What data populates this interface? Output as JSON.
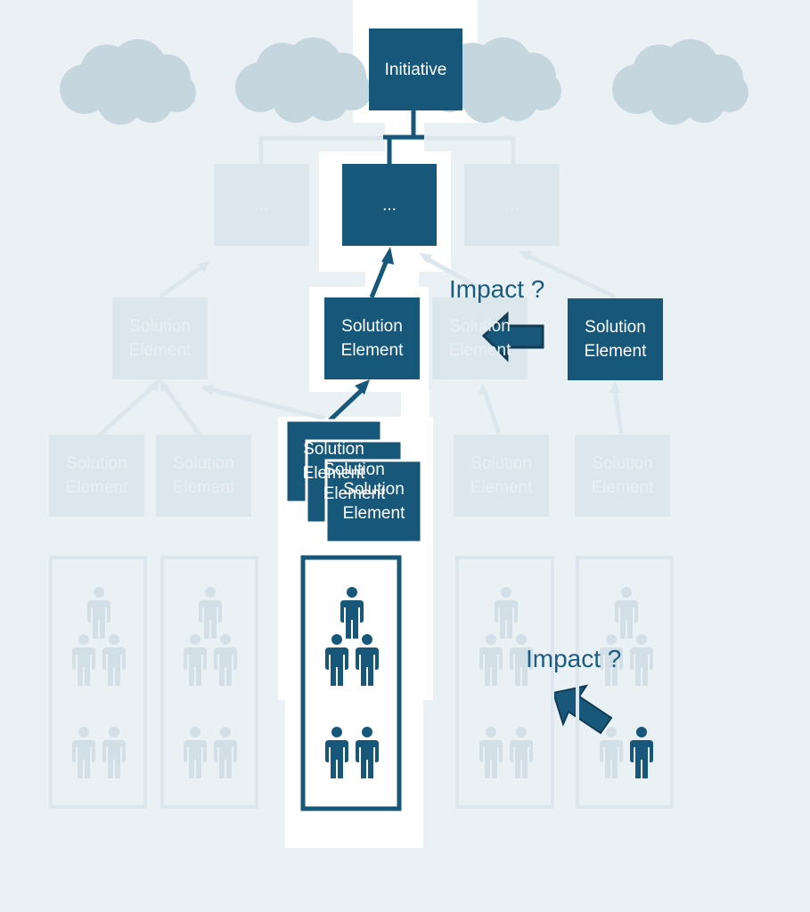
{
  "labels": {
    "initiative": "Initiative",
    "ellipsis": "...",
    "solution_element": "Solution Element",
    "impact": "Impact ?"
  },
  "colors": {
    "page_background": "#eaf1f5",
    "highlight_background": "#ffffff",
    "box_fill": "#16577a",
    "faded_box_fill": "#dbe6ed",
    "faded_connector": "#dbe6ed",
    "cloud": "#c6d6df",
    "person_active": "#16577a",
    "person_faded": "#d3dfe6",
    "impact_text": "#1a5d80"
  },
  "icons": [
    "cloud-icon",
    "person-icon",
    "left-arrow-icon",
    "diagonal-arrow-icon"
  ],
  "people_groups": [
    {
      "highlighted": false,
      "active_people": 0,
      "total_people": 5
    },
    {
      "highlighted": false,
      "active_people": 0,
      "total_people": 5
    },
    {
      "highlighted": true,
      "active_people": 5,
      "total_people": 5
    },
    {
      "highlighted": false,
      "active_people": 0,
      "total_people": 5
    },
    {
      "highlighted": false,
      "active_people": 1,
      "total_people": 5
    }
  ]
}
